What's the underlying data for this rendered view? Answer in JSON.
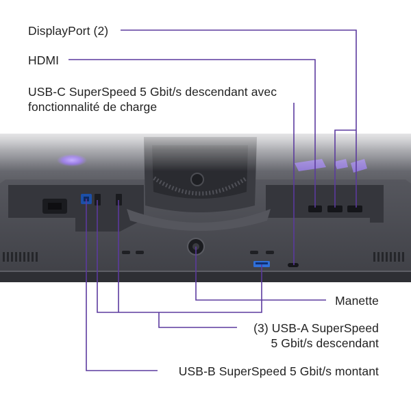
{
  "labels": {
    "displayport": "DisplayPort (2)",
    "hdmi": "HDMI",
    "usbc_line1": "USB-C SuperSpeed 5 Gbit/s descendant avec",
    "usbc_line2": "fonctionnalité de charge",
    "joystick": "Manette",
    "usba_line1": "(3) USB-A SuperSpeed",
    "usba_line2": "5 Gbit/s descendant",
    "usbb": "USB-B SuperSpeed 5 Gbit/s montant"
  },
  "colors": {
    "leader_line": "#5b3a9e",
    "monitor_body": "#4a4b52",
    "monitor_dark": "#2b2c31",
    "accent_glow": "#9b7be8",
    "usba_port": "#2f6fd8",
    "label_text": "#222222"
  }
}
